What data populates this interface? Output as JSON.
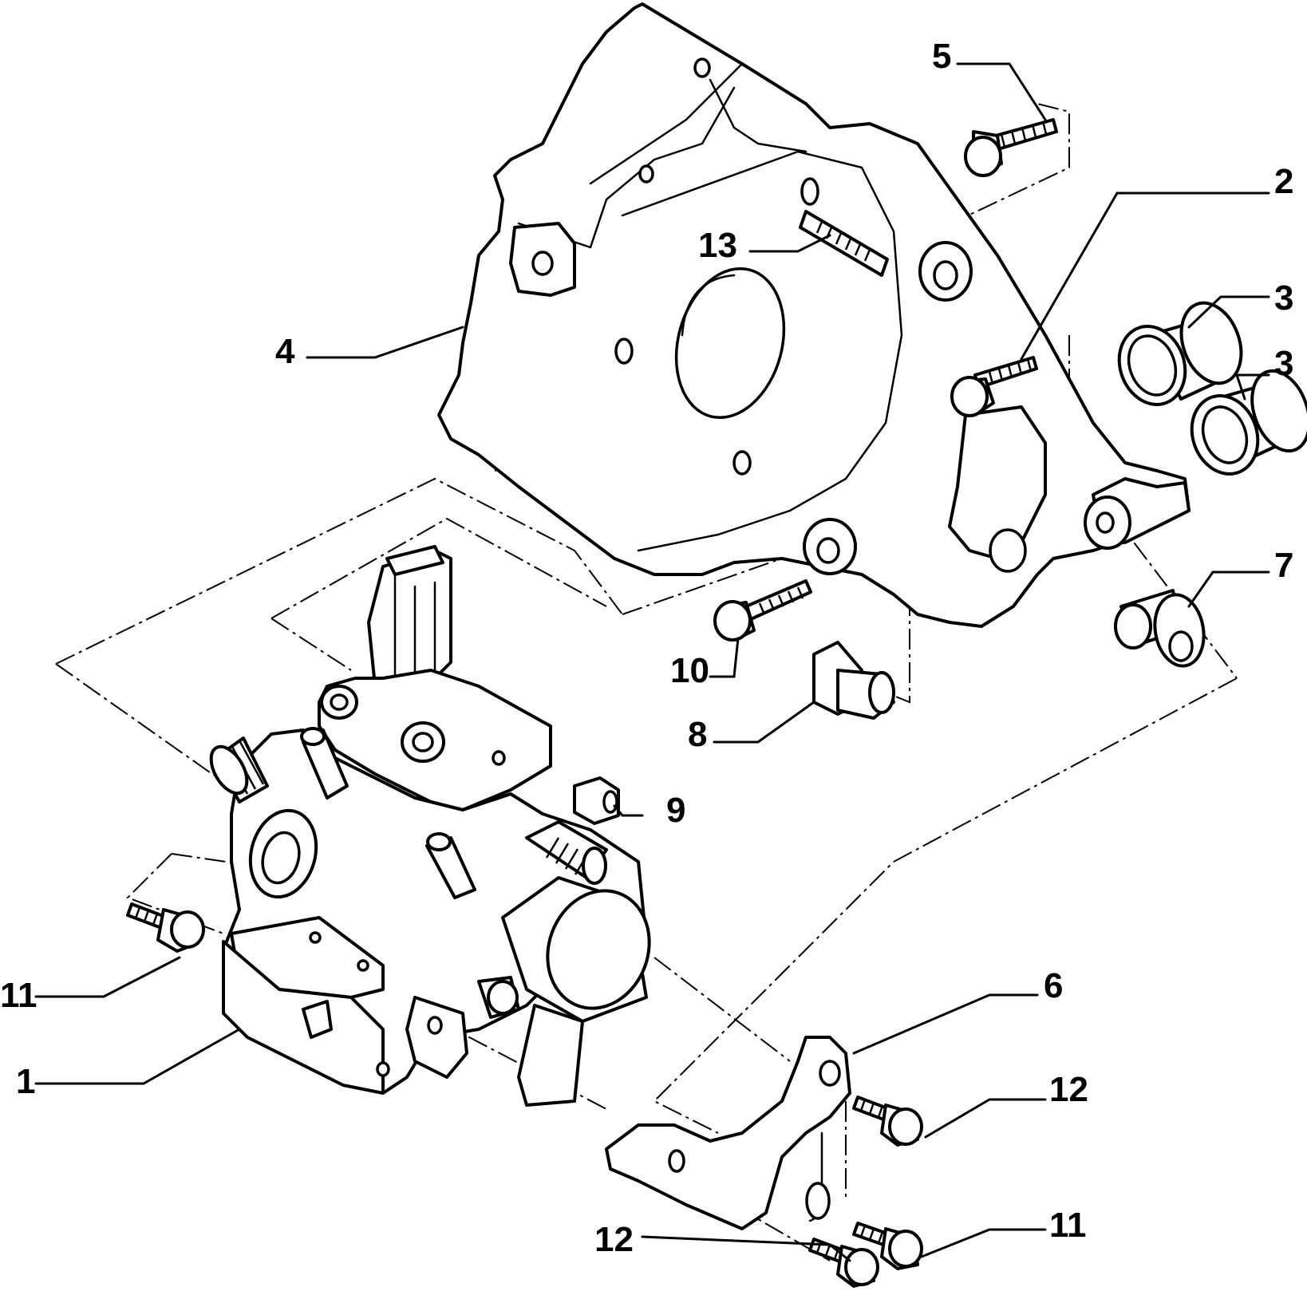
{
  "diagram": {
    "callouts": [
      {
        "id": "c1",
        "text": "1"
      },
      {
        "id": "c2",
        "text": "2"
      },
      {
        "id": "c3a",
        "text": "3"
      },
      {
        "id": "c3b",
        "text": "3"
      },
      {
        "id": "c4",
        "text": "4"
      },
      {
        "id": "c5",
        "text": "5"
      },
      {
        "id": "c6",
        "text": "6"
      },
      {
        "id": "c7",
        "text": "7"
      },
      {
        "id": "c8",
        "text": "8"
      },
      {
        "id": "c9",
        "text": "9"
      },
      {
        "id": "c10",
        "text": "10"
      },
      {
        "id": "c11a",
        "text": "11"
      },
      {
        "id": "c11b",
        "text": "11"
      },
      {
        "id": "c12a",
        "text": "12"
      },
      {
        "id": "c12b",
        "text": "12"
      },
      {
        "id": "c13",
        "text": "13"
      }
    ]
  }
}
